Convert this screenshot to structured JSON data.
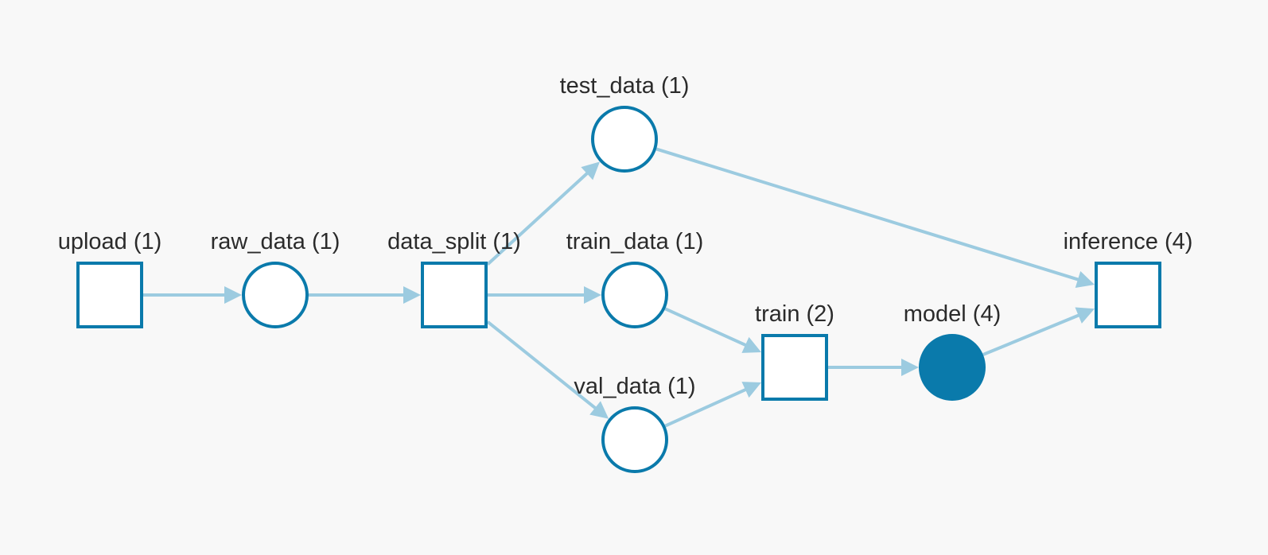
{
  "graph": {
    "nodes": [
      {
        "id": "upload",
        "label": "upload (1)",
        "kind": "step"
      },
      {
        "id": "raw_data",
        "label": "raw_data (1)",
        "kind": "artifact"
      },
      {
        "id": "data_split",
        "label": "data_split (1)",
        "kind": "step"
      },
      {
        "id": "test_data",
        "label": "test_data (1)",
        "kind": "artifact"
      },
      {
        "id": "train_data",
        "label": "train_data (1)",
        "kind": "artifact"
      },
      {
        "id": "val_data",
        "label": "val_data (1)",
        "kind": "artifact"
      },
      {
        "id": "train",
        "label": "train (2)",
        "kind": "step"
      },
      {
        "id": "model",
        "label": "model (4)",
        "kind": "artifact-selected"
      },
      {
        "id": "inference",
        "label": "inference (4)",
        "kind": "step"
      }
    ],
    "edges": [
      {
        "from": "upload",
        "to": "raw_data"
      },
      {
        "from": "raw_data",
        "to": "data_split"
      },
      {
        "from": "data_split",
        "to": "test_data"
      },
      {
        "from": "data_split",
        "to": "train_data"
      },
      {
        "from": "data_split",
        "to": "val_data"
      },
      {
        "from": "train_data",
        "to": "train"
      },
      {
        "from": "val_data",
        "to": "train"
      },
      {
        "from": "train",
        "to": "model"
      },
      {
        "from": "test_data",
        "to": "inference"
      },
      {
        "from": "model",
        "to": "inference"
      }
    ],
    "colors": {
      "node_stroke": "#0a7aab",
      "node_fill": "#ffffff",
      "selected_fill": "#0a7aab",
      "edge": "#9ccbe0",
      "label": "#2b2b2b",
      "background": "#f8f8f8"
    }
  }
}
